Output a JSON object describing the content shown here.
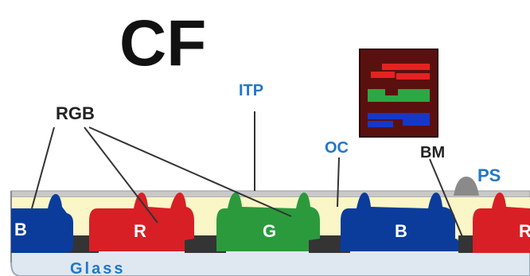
{
  "title": "CF",
  "labels": {
    "rgb": "RGB",
    "itp": "ITP",
    "oc": "OC",
    "bm": "BM",
    "ps": "PS",
    "glass": "Glass"
  },
  "segments": [
    "B",
    "R",
    "G",
    "B",
    "R"
  ],
  "inset_bars": [
    "red-bars",
    "green-bars",
    "blue-bars"
  ],
  "colors": {
    "blue": "#0b3c9c",
    "red": "#d81f26",
    "green": "#2b9a3c",
    "black_matrix": "#333333",
    "overcoat": "#fbf6c8",
    "glass": "#dde7f0",
    "inset_bg": "#5b1010",
    "label_blue": "#1f78c8"
  }
}
